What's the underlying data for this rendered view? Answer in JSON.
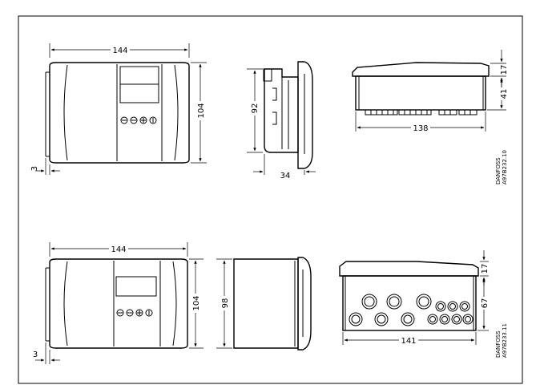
{
  "drawing": {
    "top_row": {
      "front": {
        "width": "144",
        "height": "104",
        "wall": "3"
      },
      "side": {
        "height": "92",
        "depth": "34"
      },
      "bottom": {
        "top_h": "17",
        "body_h": "41",
        "length": "138",
        "brand": "DANFOSS",
        "code": "A97B232.10"
      }
    },
    "bottom_row": {
      "front": {
        "width": "144",
        "height": "104",
        "wall": "3"
      },
      "side": {
        "height": "98"
      },
      "bottom": {
        "top_h": "17",
        "body_h": "67",
        "length": "141",
        "brand": "DANFOSS",
        "code": "A97B233.11"
      }
    }
  }
}
